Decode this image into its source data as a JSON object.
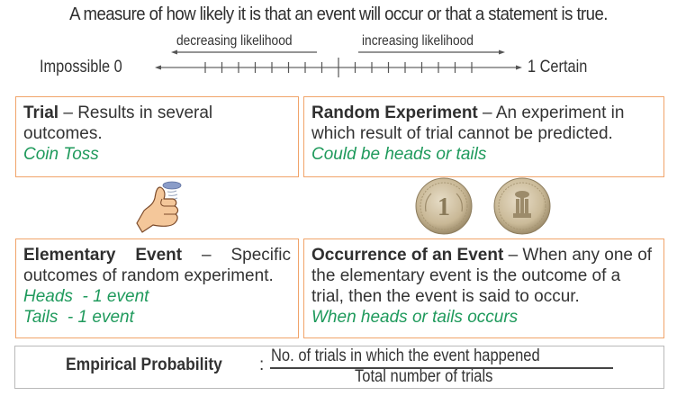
{
  "intro": {
    "text": "A measure of how likely it is that an event will occur or that a statement is true."
  },
  "scale": {
    "decreasing_label": "decreasing likelihood",
    "increasing_label": "increasing likelihood",
    "left_label": "Impossible 0",
    "right_label": "1 Certain",
    "ticks_each_side": 8
  },
  "cards": {
    "trial": {
      "term": "Trial",
      "definition": " – Results in several outcomes.",
      "example": "Coin Toss"
    },
    "random_experiment": {
      "term": "Random Experiment",
      "definition": " – An experiment in which result of trial cannot be predicted.",
      "example": "Could be heads or tails"
    },
    "elementary_event": {
      "term": "Elementary Event",
      "dash": "–",
      "def_first_word": "Specific",
      "definition_line2": "outcomes of random experiment.",
      "examples": [
        "Heads  - 1 event",
        "Tails  - 1 event"
      ]
    },
    "occurrence": {
      "term": "Occurrence of an Event",
      "definition": " – When any one of the elementary event is the outcome of a trial, then the event is said to occur.",
      "example": "When heads or tails occurs"
    }
  },
  "illustrations": {
    "thumb": "thumb-flipping-coin",
    "coins": [
      "coin-heads-1-rupee",
      "coin-tails-emblem"
    ]
  },
  "formula": {
    "label": "Empirical Probability",
    "separator": ":",
    "numerator": "No. of trials in which the event happened",
    "denominator": "Total number of trials"
  },
  "colors": {
    "card_border": "#f1a46a",
    "example_text": "#1f9a5c",
    "formula_border": "#b9b9b9"
  }
}
